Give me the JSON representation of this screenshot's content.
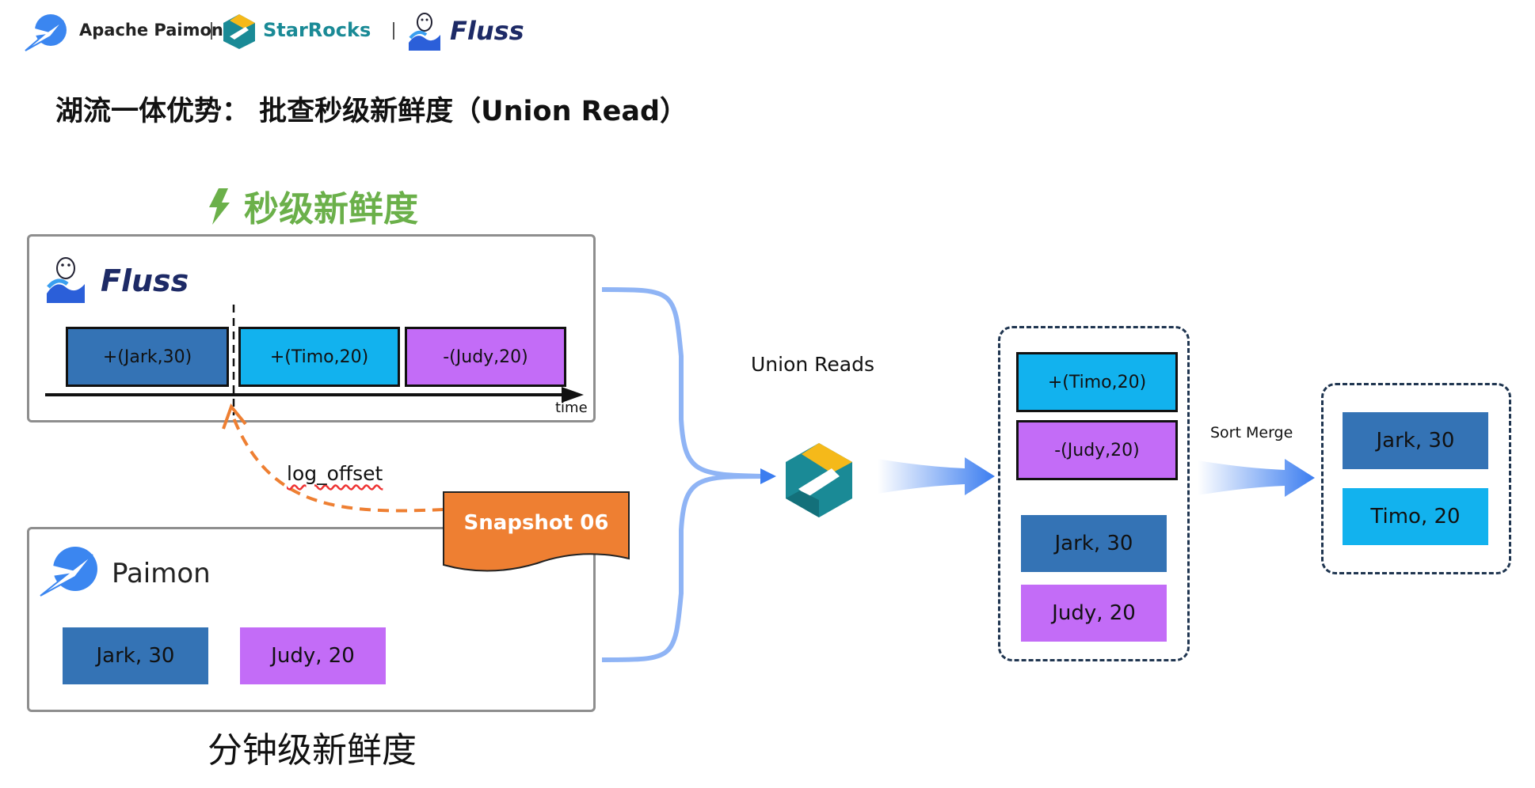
{
  "header": {
    "logos": [
      {
        "icon": "paimon-icon",
        "label": "Apache Paimon"
      },
      {
        "icon": "starrocks-icon",
        "label": "StarRocks"
      },
      {
        "icon": "fluss-icon",
        "label": "Fluss"
      }
    ]
  },
  "title": "湖流一体优势： 批查秒级新鲜度（Union Read）",
  "fluss_section": {
    "freshness_label": "秒级新鲜度",
    "freshness_icon": "lightning-icon",
    "logo_label": "Fluss",
    "records": [
      "+(Jark,30)",
      "+(Timo,20)",
      "-(Judy,20)"
    ],
    "axis_label": "time"
  },
  "log_offset_label": "log_offset",
  "snapshot_label": "Snapshot 06",
  "paimon_section": {
    "logo_label": "Paimon",
    "records": [
      "Jark, 30",
      "Judy, 20"
    ],
    "freshness_label": "分钟级新鲜度"
  },
  "union_reads_label": "Union Reads",
  "merge_input": {
    "fluss_records": [
      "+(Timo,20)",
      "-(Judy,20)"
    ],
    "paimon_records": [
      "Jark, 30",
      "Judy, 20"
    ]
  },
  "sort_merge_label": "Sort Merge",
  "result": {
    "records": [
      "Jark, 30",
      "Timo, 20"
    ]
  },
  "colors": {
    "dark_blue": "#3473b5",
    "cyan": "#12b2ee",
    "purple": "#c36cf7",
    "orange": "#ee7f32",
    "green": "#6bb04a",
    "flow_blue": "#8fb4f5",
    "arrow_blue": "#3b7df0"
  }
}
